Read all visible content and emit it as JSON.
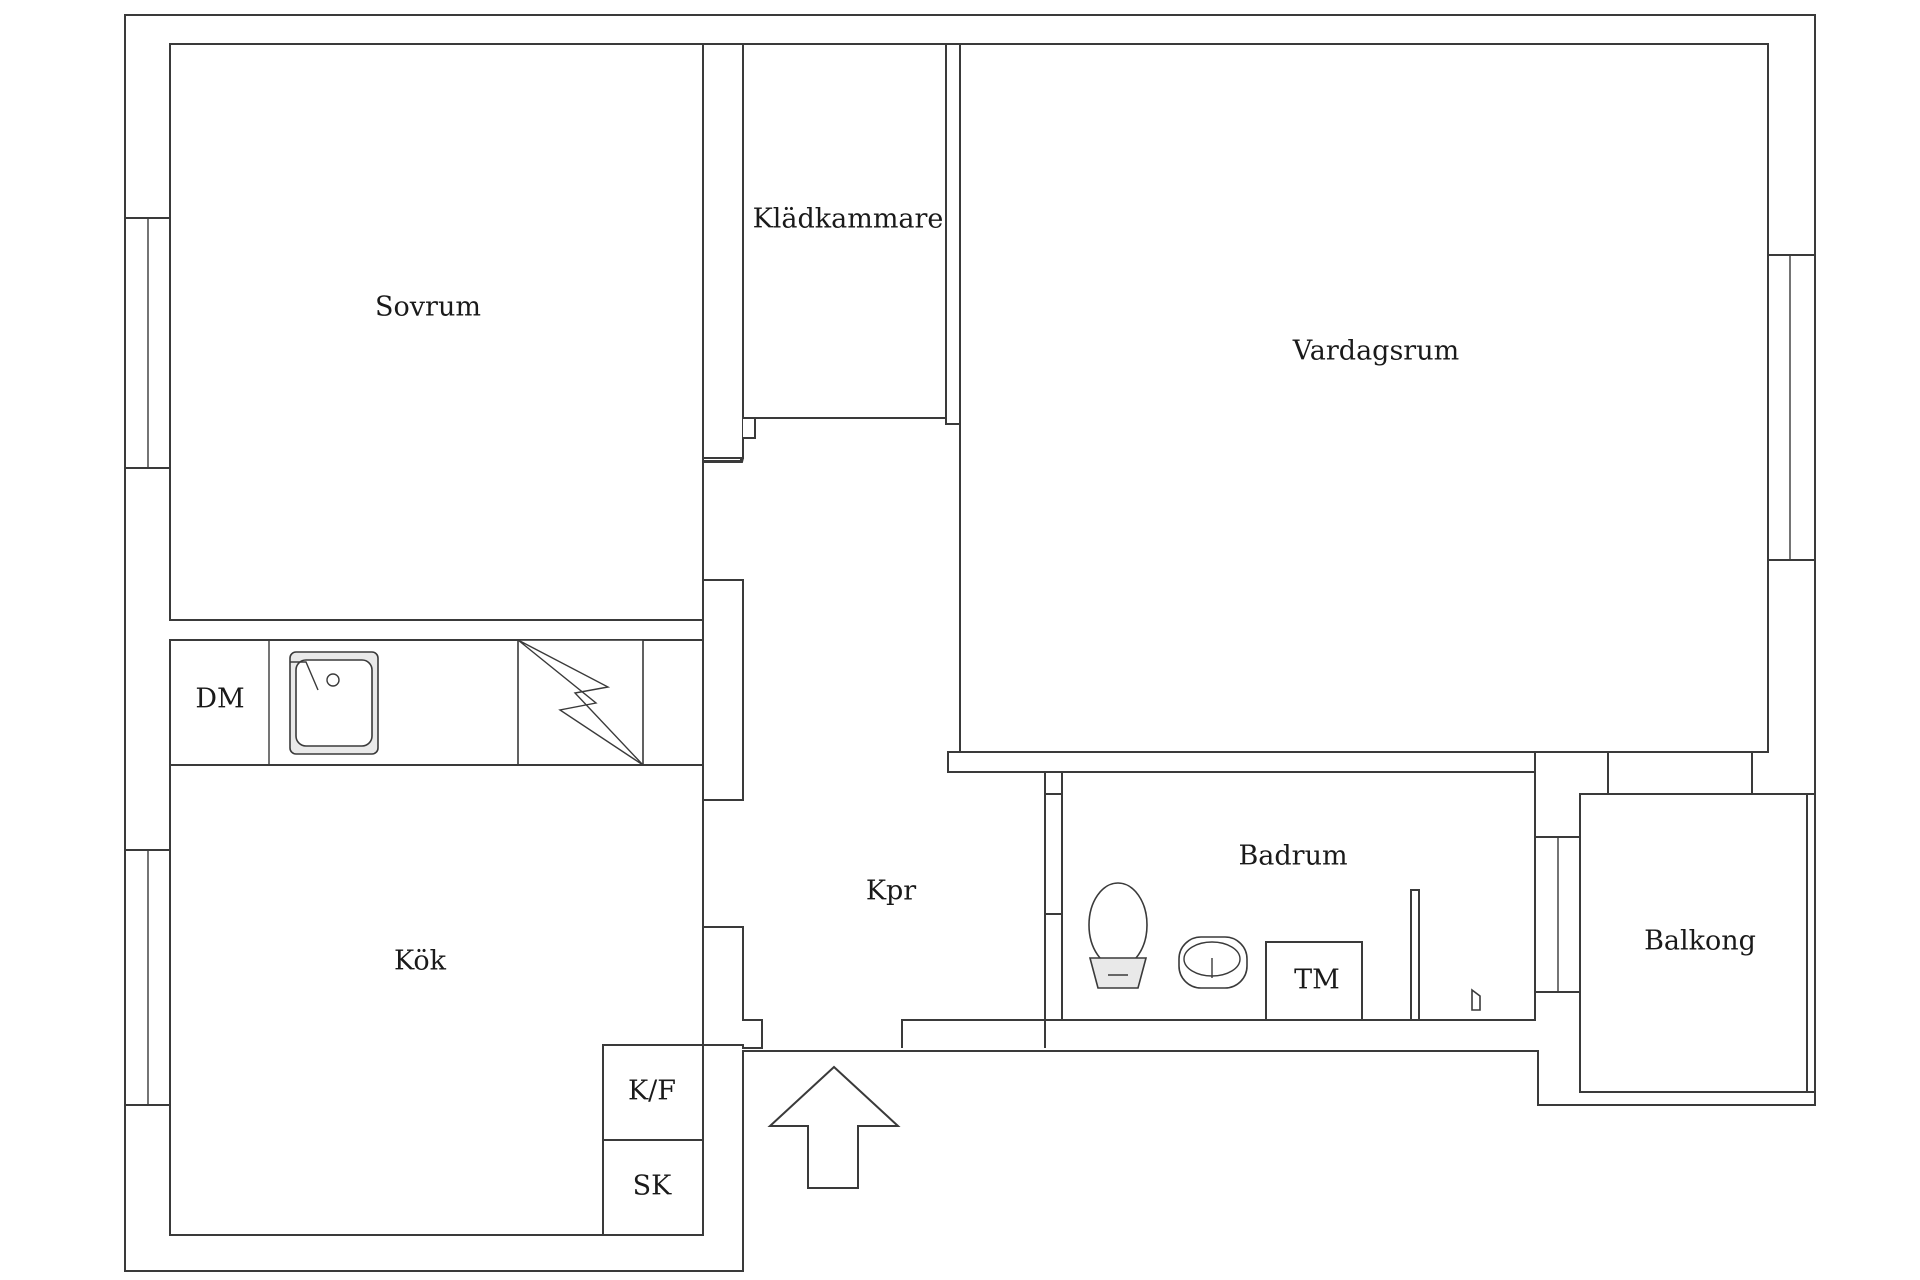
{
  "rooms": {
    "sovrum": "Sovrum",
    "kladkammare": "Klädkammare",
    "vardagsrum": "Vardagsrum",
    "dm": "DM",
    "kok": "Kök",
    "kpr": "Kpr",
    "badrum": "Badrum",
    "tm": "TM",
    "balkong": "Balkong",
    "kf": "K/F",
    "sk": "SK"
  },
  "icons": {
    "sink": "kitchen-sink-icon",
    "stove": "stove-icon",
    "toilet": "toilet-icon",
    "washbasin": "washbasin-icon",
    "drain": "floor-drain-icon",
    "entrance": "entrance-arrow-icon"
  }
}
